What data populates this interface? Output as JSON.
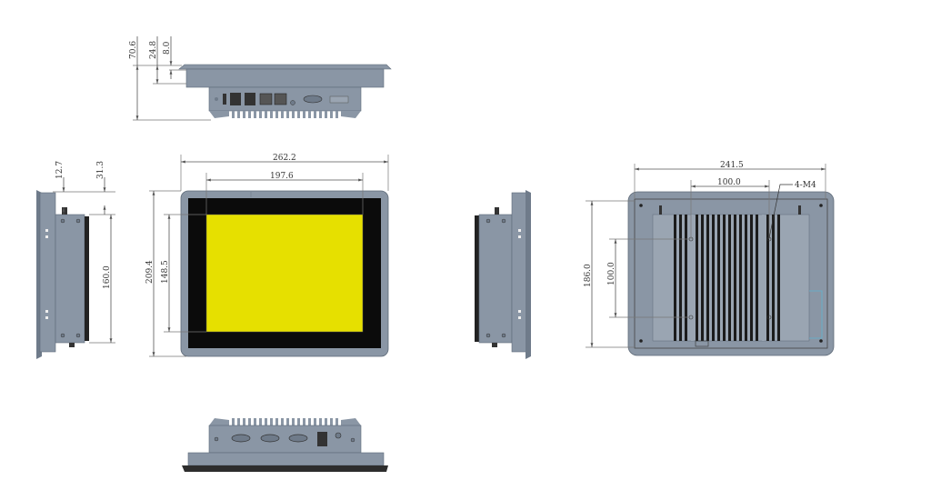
{
  "drawing": {
    "type": "mechanical-dimension-drawing",
    "units": "mm",
    "colors": {
      "body": "#8a96a5",
      "body_dark": "#6f7b8a",
      "bezel_edge": "#a9b4c0",
      "screen_border": "#0b0b0b",
      "screen_active": "#e6e000",
      "heatsink_fin": "#1c1c1c",
      "dimension_line": "#555555",
      "accent_line": "#5fb3d0"
    },
    "views": {
      "top_view": {
        "label": "top-view",
        "dims": {
          "total_depth": "70.6",
          "body_depth": "24.8",
          "bezel_thickness": "8.0"
        },
        "ports": [
          "power-button",
          "hdmi",
          "usb-dual-1",
          "usb-dual-2",
          "lan-1",
          "lan-2",
          "audio-jack",
          "vga",
          "terminal-block"
        ]
      },
      "left_side_view": {
        "label": "left-side-view",
        "dims": {
          "offset_a": "12.7",
          "offset_b": "31.3",
          "body_height": "160.0"
        }
      },
      "front_view": {
        "label": "front-view",
        "dims": {
          "overall_width": "262.2",
          "display_width": "197.6",
          "overall_height": "209.4",
          "display_height": "148.5"
        }
      },
      "right_side_view": {
        "label": "right-side-view"
      },
      "rear_view": {
        "label": "rear-view",
        "dims": {
          "mount_width": "241.5",
          "vesa_h": "100.0",
          "mount_height": "186.0",
          "vesa_v": "100.0"
        },
        "callout": "4-M4"
      },
      "bottom_view": {
        "label": "bottom-view",
        "ports": [
          "screw-left",
          "com-1",
          "com-2",
          "com-3",
          "usb-dual",
          "dc-in",
          "screw-right"
        ]
      }
    }
  }
}
